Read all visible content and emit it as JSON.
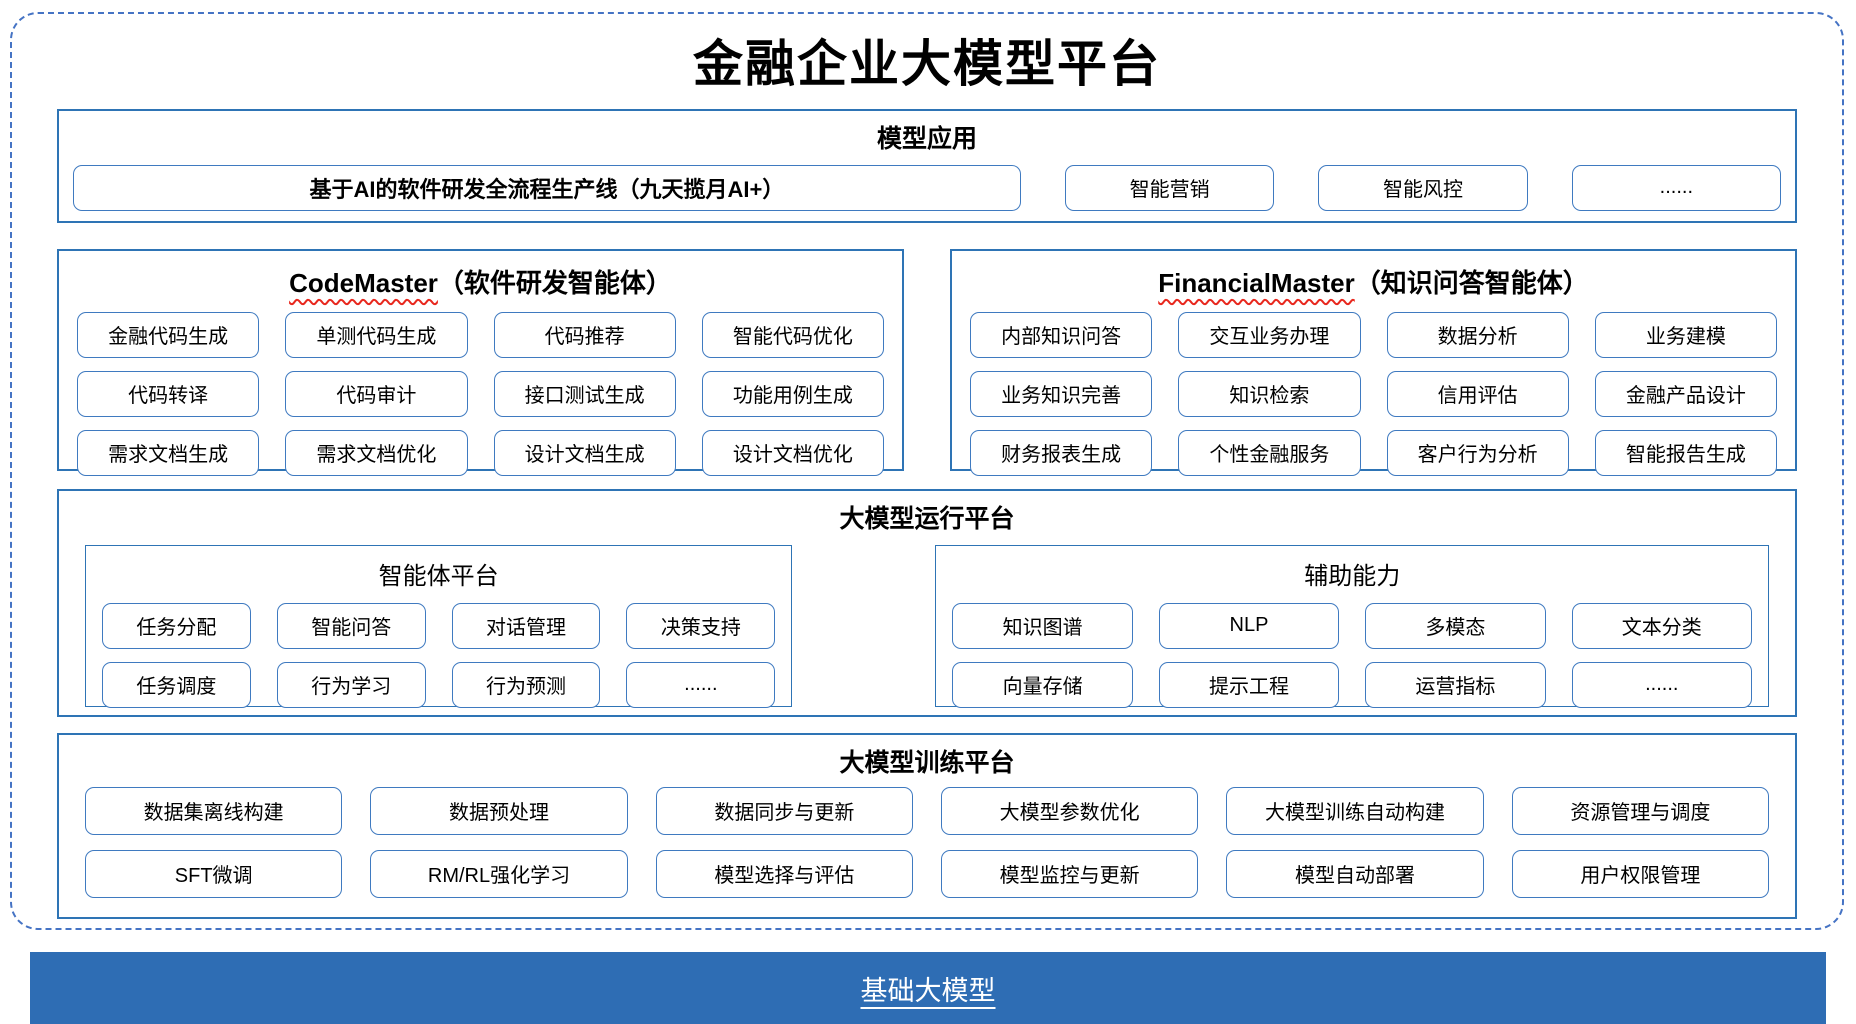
{
  "title": "金融企业大模型平台",
  "colors": {
    "section_border": "#2E74B5",
    "item_border": "#3F7AC0",
    "dashed_frame": "#4573C4",
    "foundation_bar": "#2E6DB4",
    "wavy_underline": "#E8281E"
  },
  "sections": {
    "model_app": {
      "title": "模型应用",
      "main_item": "基于AI的软件研发全流程生产线（九天揽月AI+）",
      "items": [
        "智能营销",
        "智能风控",
        "......"
      ]
    },
    "code_master": {
      "title_en": "CodeMaster",
      "title_zh": "（软件研发智能体）",
      "items": [
        "金融代码生成",
        "单测代码生成",
        "代码推荐",
        "智能代码优化",
        "代码转译",
        "代码审计",
        "接口测试生成",
        "功能用例生成",
        "需求文档生成",
        "需求文档优化",
        "设计文档生成",
        "设计文档优化"
      ]
    },
    "financial_master": {
      "title_en": "FinancialMaster",
      "title_zh": "（知识问答智能体）",
      "items": [
        "内部知识问答",
        "交互业务办理",
        "数据分析",
        "业务建模",
        "业务知识完善",
        "知识检索",
        "信用评估",
        "金融产品设计",
        "财务报表生成",
        "个性金融服务",
        "客户行为分析",
        "智能报告生成"
      ]
    },
    "runtime": {
      "title": "大模型运行平台",
      "agent_platform": {
        "title": "智能体平台",
        "items": [
          "任务分配",
          "智能问答",
          "对话管理",
          "决策支持",
          "任务调度",
          "行为学习",
          "行为预测",
          "......"
        ]
      },
      "aux_capability": {
        "title": "辅助能力",
        "items": [
          "知识图谱",
          "NLP",
          "多模态",
          "文本分类",
          "向量存储",
          "提示工程",
          "运营指标",
          "......"
        ]
      }
    },
    "training": {
      "title": "大模型训练平台",
      "items": [
        "数据集离线构建",
        "数据预处理",
        "数据同步与更新",
        "大模型参数优化",
        "大模型训练自动构建",
        "资源管理与调度",
        "SFT微调",
        "RM/RL强化学习",
        "模型选择与评估",
        "模型监控与更新",
        "模型自动部署",
        "用户权限管理"
      ]
    },
    "foundation": {
      "title": "基础大模型"
    }
  }
}
